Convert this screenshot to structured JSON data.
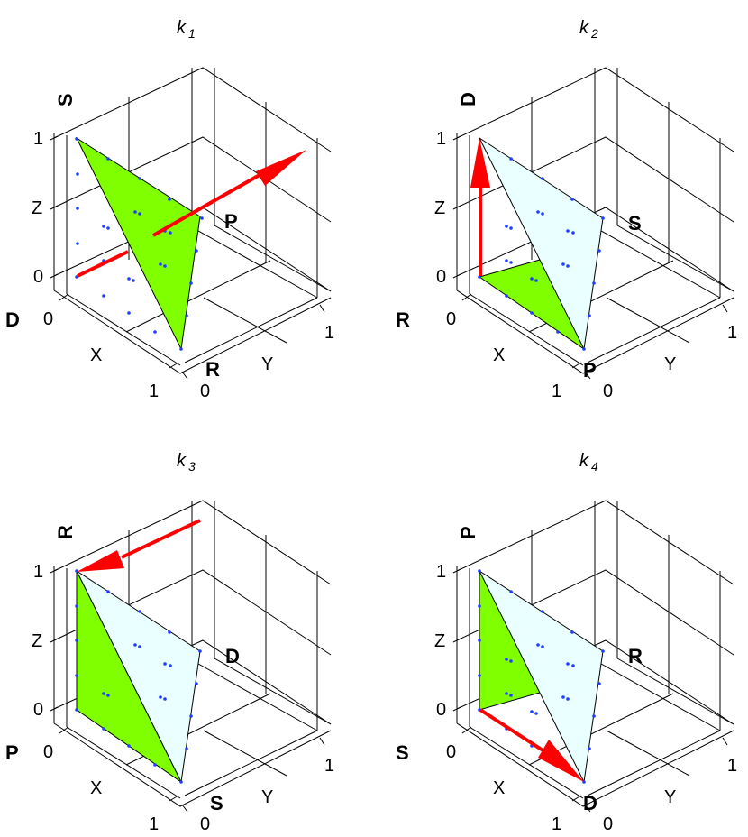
{
  "figure": {
    "panels": [
      {
        "title": "k",
        "subscript": "1",
        "z_label": "S",
        "left_label": "D",
        "right_label": "P",
        "bottom_label": "R",
        "green": "#80ff00",
        "light": "#eaffff",
        "arrow": "from front-bottom-left toward back-right (Y direction)"
      },
      {
        "title": "k",
        "subscript": "2",
        "z_label": "D",
        "left_label": "R",
        "right_label": "S",
        "bottom_label": "P",
        "arrow": "vertical upward along Z"
      },
      {
        "title": "k",
        "subscript": "3",
        "z_label": "R",
        "left_label": "P",
        "right_label": "D",
        "bottom_label": "S",
        "arrow": "from back-top toward front-top-left vertex"
      },
      {
        "title": "k",
        "subscript": "4",
        "z_label": "P",
        "left_label": "S",
        "right_label": "R",
        "bottom_label": "D",
        "arrow": "along X direction at bottom"
      }
    ],
    "axes": {
      "z_ticks": [
        "1",
        "Z",
        "0"
      ],
      "x_ticks": [
        "0",
        "X",
        "1"
      ],
      "y_ticks": [
        "0",
        "Y",
        "1"
      ]
    },
    "colors": {
      "green": "#80ff00",
      "pale": "#eaffff",
      "arrow": "#ff0000",
      "points": "#1f3fff"
    }
  }
}
